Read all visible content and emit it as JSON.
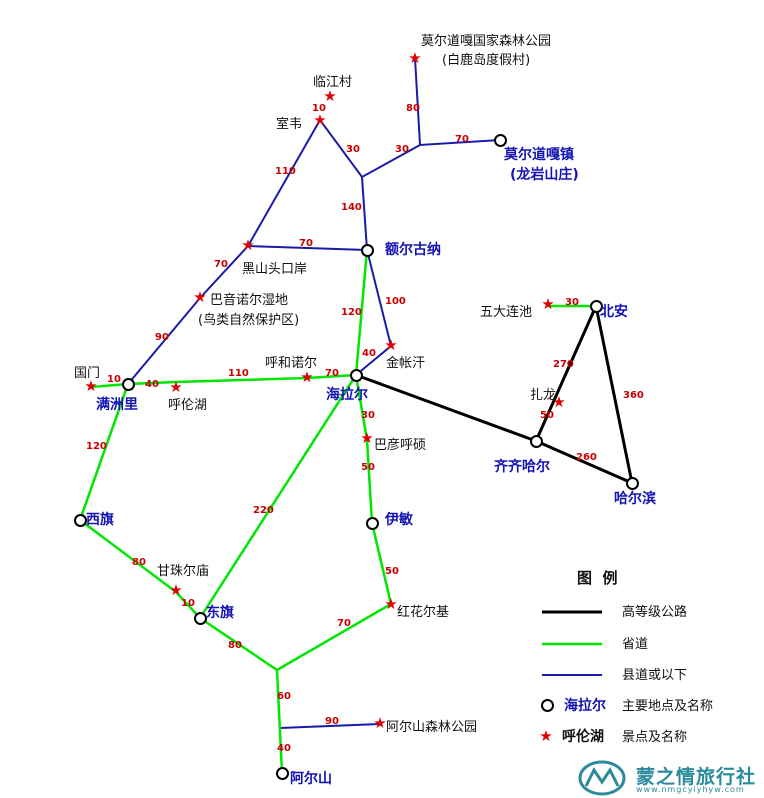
{
  "colors": {
    "highway": "#000000",
    "provincial": "#00e600",
    "county": "#1a1aa8",
    "star": "#e10000",
    "city_label": "#1414b4",
    "distance": "#c80000",
    "brand": "#2b8a9c"
  },
  "cities": {
    "manzhouli": "满洲里",
    "hailaer": "海拉尔",
    "eerguna": "额尔古纳",
    "moerdaoga": "莫尔道嘎镇",
    "moerdaoga_sub": "(龙岩山庄)",
    "beian": "北安",
    "qiqihaer": "齐齐哈尔",
    "haerbin": "哈尔滨",
    "xiqi": "西旗",
    "yimin": "伊敏",
    "dongqi": "东旗",
    "aershan": "阿尔山"
  },
  "places": {
    "park": "莫尔道嘎国家森林公园",
    "park_sub": "(白鹿岛度假村)",
    "linjiang": "临江村",
    "shiwei": "室韦",
    "heishantou": "黑山头口岸",
    "bayinnuoer": "巴音诺尔湿地",
    "bayinnuoer_sub": "(鸟类自然保护区)",
    "guomen": "国门",
    "hulunhu": "呼伦湖",
    "huhenuoer": "呼和诺尔",
    "jinzhanghan": "金帐汗",
    "bayanhushuo": "巴彦呼硕",
    "wudalianchi": "五大连池",
    "zhalong": "扎龙",
    "ganzhuer": "甘珠尔庙",
    "honghuaerji": "红花尔基",
    "aershan_park": "阿尔山森林公园"
  },
  "distances": {
    "d1": "80",
    "d2": "70",
    "d3": "30",
    "d4": "30",
    "d5": "10",
    "d6": "110",
    "d7": "140",
    "d8": "70",
    "d9": "70",
    "d10": "90",
    "d11": "100",
    "d12": "120",
    "d13": "40",
    "d14": "30",
    "d15": "10",
    "d16": "40",
    "d17": "110",
    "d18": "70",
    "d19": "270",
    "d20": "360",
    "d21": "50",
    "d22": "260",
    "d23": "30",
    "d24": "120",
    "d25": "50",
    "d26": "220",
    "d27": "80",
    "d28": "10",
    "d29": "50",
    "d30": "70",
    "d31": "80",
    "d32": "60",
    "d33": "90",
    "d34": "40"
  },
  "legend": {
    "title": "图  例",
    "highway": "高等级公路",
    "provincial": "省道",
    "county": "县道或以下",
    "city_sample": "海拉尔",
    "city_desc": "主要地点及名称",
    "scenic_sample": "呼伦湖",
    "scenic_desc": "景点及名称"
  },
  "brand": {
    "name": "蒙之情旅行社",
    "url": "www.nmgcylyhyw.com"
  }
}
